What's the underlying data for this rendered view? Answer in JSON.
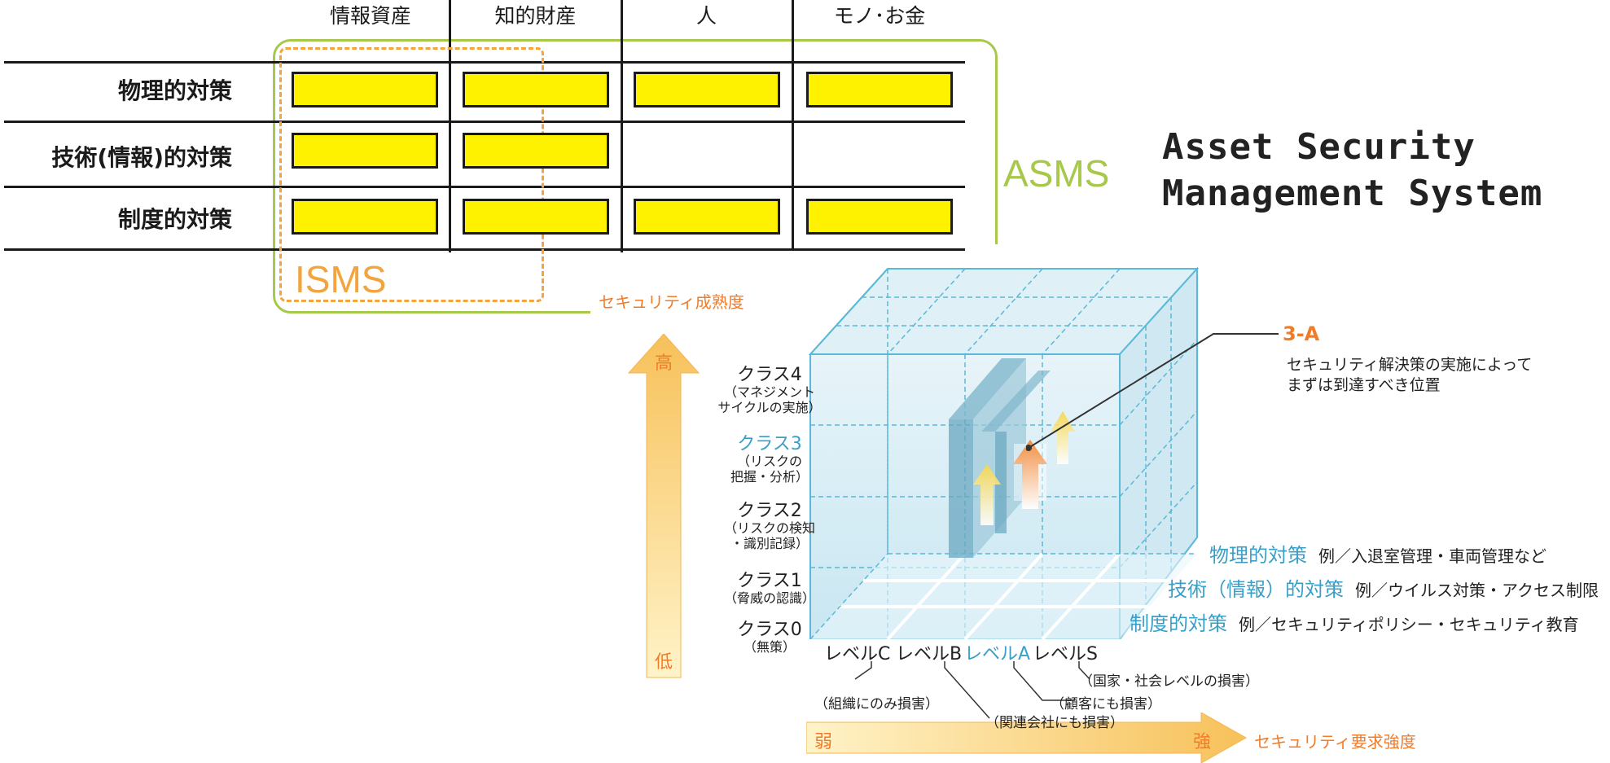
{
  "matrix": {
    "columns": [
      "情報資産",
      "知的財産",
      "人",
      "モノ･お金"
    ],
    "rows": [
      "物理的対策",
      "技術(情報)的対策",
      "制度的対策"
    ],
    "asms_label": "ASMS",
    "isms_label": "ISMS"
  },
  "title": {
    "line1": "Asset Security",
    "line2": "Management System"
  },
  "diagram": {
    "y_axis_label": "セキュリティ成熟度",
    "y_high": "高",
    "y_low": "低",
    "classes": [
      {
        "name": "クラス4",
        "desc1": "（マネジメント",
        "desc2": "サイクルの実施）"
      },
      {
        "name": "クラス3",
        "desc1": "（リスクの",
        "desc2": "把握・分析）"
      },
      {
        "name": "クラス2",
        "desc1": "（リスクの検知",
        "desc2": "・識別記録）"
      },
      {
        "name": "クラス1",
        "desc1": "（脅威の認識）",
        "desc2": ""
      },
      {
        "name": "クラス0",
        "desc1": "（無策）",
        "desc2": ""
      }
    ],
    "levels": [
      "レベルC",
      "レベルB",
      "レベルA",
      "レベルS"
    ],
    "level_notes": {
      "c": "（組織にのみ損害）",
      "b": "（関連会社にも損害）",
      "a": "（顧客にも損害）",
      "s": "（国家・社会レベルの損害）"
    },
    "x_axis_label": "セキュリティ要求強度",
    "x_weak": "弱",
    "x_strong": "強",
    "target_label": "3-A",
    "target_desc1": "セキュリティ解決策の実施によって",
    "target_desc2": "まずは到達すべき位置",
    "categories": [
      {
        "name": "物理的対策",
        "example": "例／入退室管理・車両管理など"
      },
      {
        "name": "技術（情報）的対策",
        "example": "例／ウイルス対策・アクセス制限"
      },
      {
        "name": "制度的対策",
        "example": "例／セキュリティポリシー・セキュリティ教育"
      }
    ]
  },
  "colors": {
    "cell_fill": "#fff200",
    "asms_green": "#a7c84a",
    "isms_orange": "#f3a43d",
    "accent_blue": "#3a9fc7",
    "accent_orange": "#f07c2a"
  }
}
